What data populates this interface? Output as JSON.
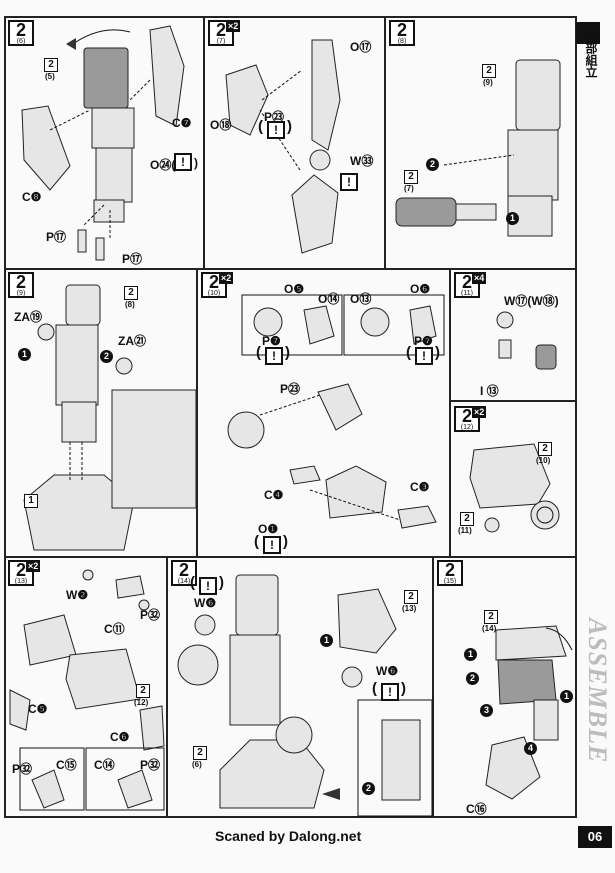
{
  "side_title": "腳部組立",
  "section_title": "LEG UNIT ASSEMBLE",
  "page_number": "06",
  "footer_credit": "Scaned by Dalong.net",
  "steps": {
    "s6": {
      "num": "2",
      "sub": "(6)"
    },
    "s7": {
      "num": "2",
      "sub": "(7)",
      "mult": "×2"
    },
    "s8": {
      "num": "2",
      "sub": "(8)"
    },
    "s9": {
      "num": "2",
      "sub": "(9)"
    },
    "s10": {
      "num": "2",
      "sub": "(10)",
      "mult": "×2"
    },
    "s11": {
      "num": "2",
      "sub": "(11)",
      "mult": "×4"
    },
    "s12": {
      "num": "2",
      "sub": "(12)",
      "mult": "×2"
    },
    "s13": {
      "num": "2",
      "sub": "(13)",
      "mult": "×2"
    },
    "s14": {
      "num": "2",
      "sub": "(14)"
    },
    "s15": {
      "num": "2",
      "sub": "(15)"
    }
  },
  "labels": {
    "p6_sub": "2",
    "p6_sub_n": "(5)",
    "p6_c7": "C❼",
    "p6_o24": "O㉔(",
    "p6_o24_close": ")",
    "p6_c8": "C❽",
    "p6_p17a": "P⑰",
    "p6_p17b": "P⑰",
    "p7_o17": "O⑰",
    "p7_o18": "O⑱",
    "p7_p23": "P㉓",
    "p7_w33": "W㉝",
    "p8_sub": "2",
    "p8_sub_n": "(9)",
    "p8_sub2": "2",
    "p8_sub2_n": "(7)",
    "p9_sub": "2",
    "p9_sub_n": "(8)",
    "p9_za19": "ZA⑲",
    "p9_za21": "ZA㉑",
    "p9_base": "1",
    "p10_o5": "O❺",
    "p10_o14": "O⑭",
    "p10_o13": "O⑬",
    "p10_o6": "O❻",
    "p10_p7a": "P❼",
    "p10_p7b": "P❼",
    "p10_p23": "P㉓",
    "p10_c4": "C❹",
    "p10_c3": "C❸",
    "p10_o1": "O❶",
    "p11_w17": "W⑰(W⑱)",
    "p11_i13": "I ⑬",
    "p12_sub": "2",
    "p12_sub_n": "(10)",
    "p12_sub2": "2",
    "p12_sub2_n": "(11)",
    "p13_w2": "W❷",
    "p13_c11": "C⑪",
    "p13_p32a": "P㉜",
    "p13_sub": "2",
    "p13_sub_n": "(12)",
    "p13_c5": "C❺",
    "p13_c6": "C❻",
    "p13_p32b": "P㉜",
    "p13_c15": "C⑮",
    "p13_c14": "C⑭",
    "p13_p32c": "P㉜",
    "p14_w6a": "W❻",
    "p14_w6b": "W❻",
    "p14_sub": "2",
    "p14_sub_n": "(13)",
    "p14_sub2": "2",
    "p14_sub2_n": "(6)",
    "p15_sub": "2",
    "p15_sub_n": "(14)",
    "p15_c16": "C⑯"
  },
  "warning_symbol": "!",
  "circle_numbers": {
    "one": "1",
    "two": "2",
    "three": "3",
    "four": "4"
  }
}
